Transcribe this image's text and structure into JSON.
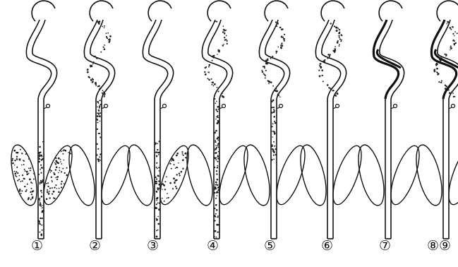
{
  "labels": [
    "①",
    "②",
    "③",
    "④",
    "⑤",
    "⑥",
    "⑦",
    "⑧⑨"
  ],
  "plants": [
    {
      "leaves": true,
      "stem_lower": true,
      "stem_upper": false,
      "curve": false,
      "dark_curve": false
    },
    {
      "leaves": false,
      "stem_lower": false,
      "stem_upper": true,
      "curve": true,
      "dark_curve": false
    },
    {
      "leaves": "right",
      "stem_lower": true,
      "stem_upper": false,
      "curve": false,
      "dark_curve": false
    },
    {
      "leaves": false,
      "stem_lower": true,
      "stem_upper": true,
      "curve": true,
      "dark_curve": false
    },
    {
      "leaves": false,
      "stem_lower": false,
      "stem_upper": true,
      "curve": true,
      "dark_curve": false
    },
    {
      "leaves": false,
      "stem_lower": false,
      "stem_upper": false,
      "curve": true,
      "dark_curve": false
    },
    {
      "leaves": false,
      "stem_lower": false,
      "stem_upper": false,
      "curve": false,
      "dark_curve": true
    },
    {
      "leaves": false,
      "stem_lower": false,
      "stem_upper": false,
      "curve": true,
      "dark_curve": true
    }
  ],
  "colors": {
    "line": "#111111",
    "dots": "#222222",
    "background": "#ffffff"
  }
}
